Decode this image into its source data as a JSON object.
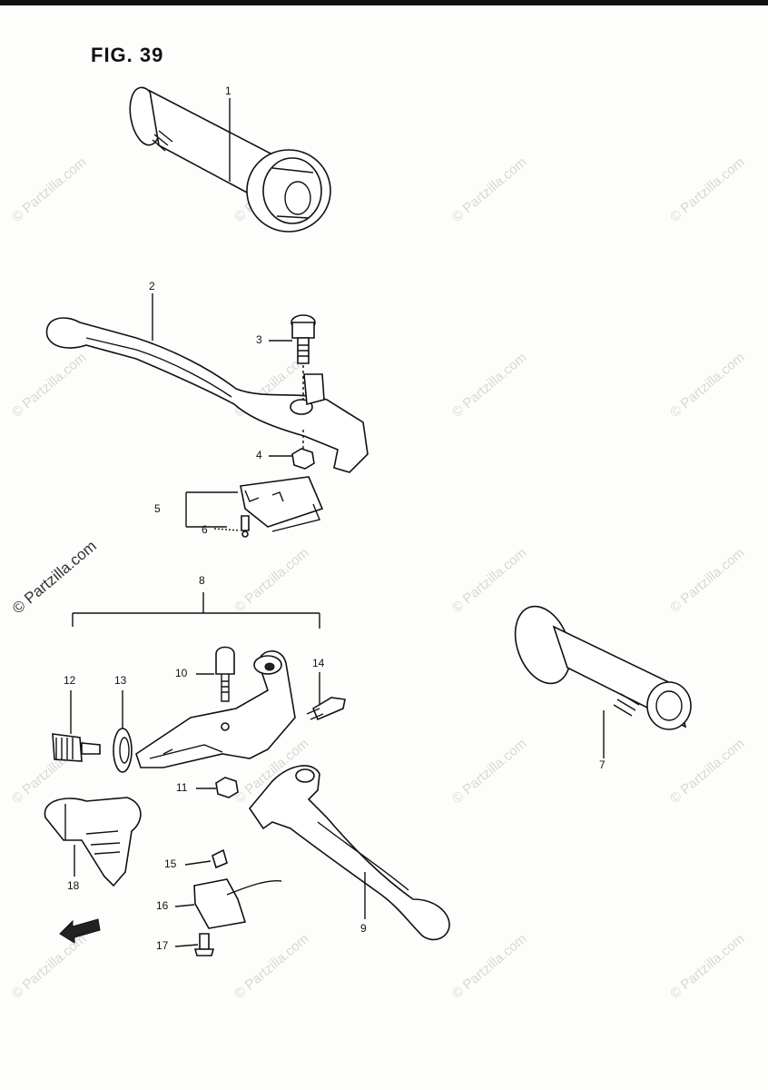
{
  "figure": {
    "title": "FIG. 39"
  },
  "watermark": {
    "text": "© Partzilla.com"
  },
  "callouts": [
    {
      "id": "1",
      "label": "1"
    },
    {
      "id": "2",
      "label": "2"
    },
    {
      "id": "3",
      "label": "3"
    },
    {
      "id": "4",
      "label": "4"
    },
    {
      "id": "5",
      "label": "5"
    },
    {
      "id": "6",
      "label": "6"
    },
    {
      "id": "7",
      "label": "7"
    },
    {
      "id": "8",
      "label": "8"
    },
    {
      "id": "9",
      "label": "9"
    },
    {
      "id": "10",
      "label": "10"
    },
    {
      "id": "11",
      "label": "11"
    },
    {
      "id": "12",
      "label": "12"
    },
    {
      "id": "13",
      "label": "13"
    },
    {
      "id": "14",
      "label": "14"
    },
    {
      "id": "15",
      "label": "15"
    },
    {
      "id": "16",
      "label": "16"
    },
    {
      "id": "17",
      "label": "17"
    },
    {
      "id": "18",
      "label": "18"
    }
  ]
}
